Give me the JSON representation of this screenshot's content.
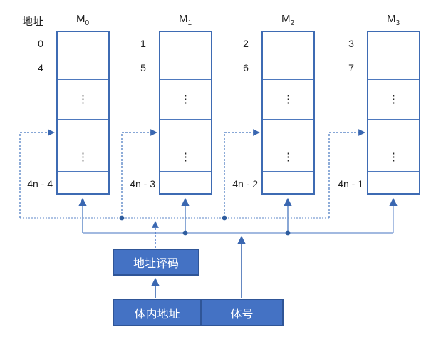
{
  "diagram": {
    "address_label": "地址",
    "glyph_vertical_ellipsis": "⋮",
    "banks": [
      {
        "header": "M",
        "header_sub": "0",
        "addr1": "0",
        "addr2": "4",
        "addr_last": "4n - 4"
      },
      {
        "header": "M",
        "header_sub": "1",
        "addr1": "1",
        "addr2": "5",
        "addr_last": "4n - 3"
      },
      {
        "header": "M",
        "header_sub": "2",
        "addr1": "2",
        "addr2": "6",
        "addr_last": "4n - 2"
      },
      {
        "header": "M",
        "header_sub": "3",
        "addr1": "3",
        "addr2": "7",
        "addr_last": "4n - 1"
      }
    ],
    "decoder_label": "地址译码",
    "intra_bank_address_label": "体内地址",
    "bank_number_label": "体号",
    "colors": {
      "box_fill": "#4472C4",
      "box_border": "#2F5597",
      "bank_border": "#3E6BB3",
      "bus_light": "#94AFDC",
      "line_medium": "#6C92CC",
      "dashed_line": "#5E88C8",
      "junction_dot": "#2E5C9E",
      "text": "#1F1F1F",
      "text_on_fill": "#FFFFFF"
    }
  }
}
